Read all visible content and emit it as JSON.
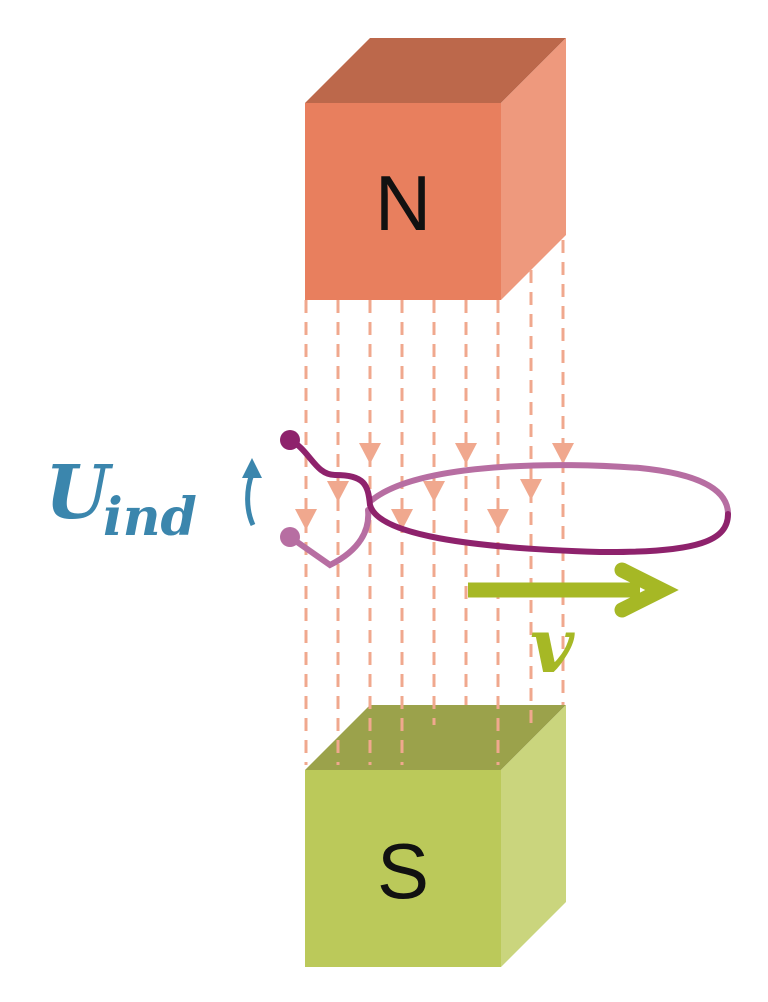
{
  "magnets": {
    "north_label": "N",
    "south_label": "S"
  },
  "labels": {
    "voltage_main": "U",
    "voltage_sub": "ind",
    "velocity": "v"
  },
  "colors": {
    "north_front": "#e87f5e",
    "north_top": "#bc684b",
    "north_side": "#ee997d",
    "south_front": "#bbc95a",
    "south_top": "#9ba24b",
    "south_side": "#cad57d",
    "field": "#f0a88e",
    "wire_dark": "#8e226c",
    "wire_light": "#b76ea2",
    "voltage": "#3b86ad",
    "velocity": "#a6b825"
  }
}
